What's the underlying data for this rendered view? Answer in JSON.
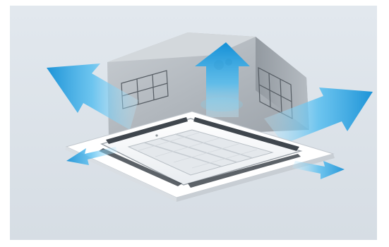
{
  "image": {
    "subject": "ceiling-cassette-air-conditioner",
    "colors": {
      "background": "#dde4ea",
      "housing": "#b4bac0",
      "housing_dark": "#8d949a",
      "panel": "#f4f6f8",
      "grille": "#e2e6ea",
      "airflow_light": "#7ed2f4",
      "airflow_dark": "#138fd6"
    },
    "airflow_arrows": [
      "back-left",
      "back-center",
      "back-right",
      "front-left",
      "front-right"
    ]
  }
}
